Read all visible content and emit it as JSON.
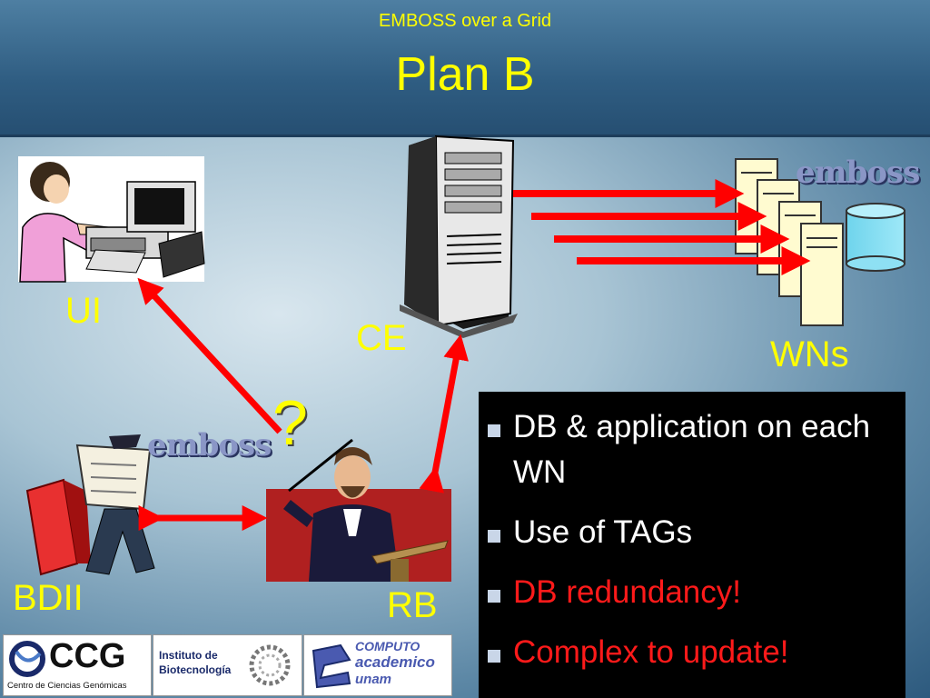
{
  "slide": {
    "subtitle": "EMBOSS over a Grid",
    "title": "Plan B"
  },
  "labels": {
    "ui": "UI",
    "ce": "CE",
    "wns": "WNs",
    "bdii": "BDII",
    "rb": "RB",
    "question": "?",
    "emboss_logo": "emboss"
  },
  "bullets": [
    {
      "text": "DB & application on each WN",
      "color": "#ffffff"
    },
    {
      "text": "Use of TAGs",
      "color": "#ffffff"
    },
    {
      "text": "DB redundancy!",
      "color": "#ff1a1a"
    },
    {
      "text": "Complex to update!",
      "color": "#ff1a1a"
    }
  ],
  "logos": {
    "ccg": {
      "name": "CCG",
      "caption": "Centro de Ciencias Genómicas"
    },
    "ibt": {
      "name": "Instituto de Biotecnología"
    },
    "cca": {
      "line1": "COMPUTO",
      "line2": "academico",
      "line3": "unam"
    }
  },
  "colors": {
    "accent": "#ffff00",
    "arrow": "#ff0000",
    "panel": "#000000"
  }
}
